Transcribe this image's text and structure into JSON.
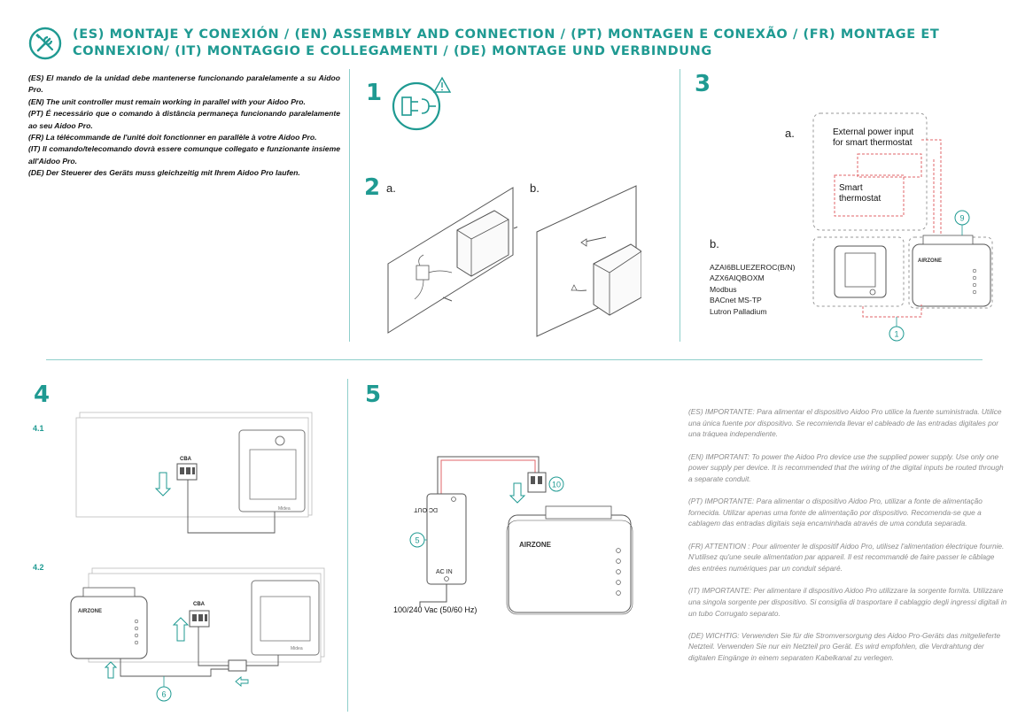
{
  "header": {
    "title": "(ES) MONTAJE Y CONEXIÓN / (EN) ASSEMBLY AND CONNECTION / (PT) MONTAGEN E CONEXÃO / (FR) MONTAGE ET CONNEXION/ (IT) MONTAGGIO E COLLEGAMENTI / (DE) MONTAGE UND VERBINDUNG",
    "icon": "tools-icon"
  },
  "intro": [
    "(ES) El mando de la unidad debe mantenerse funcionando paralelamente a su Aidoo Pro.",
    "(EN) The unit controller must remain working in parallel with your Aidoo Pro.",
    "(PT) É necessário que o comando à distância permaneça funcionando paralelamente ao seu Aidoo Pro.",
    "(FR) La télécommande de l'unité doit fonctionner en parallèle à votre Aidoo Pro.",
    "(IT) Il comando/telecomando dovrà essere comunque collegato e funzionante insieme all'Aidoo Pro.",
    "(DE) Der Steuerer des Geräts muss gleichzeitig mit Ihrem Aidoo Pro laufen."
  ],
  "steps": {
    "s1": "1",
    "s2": "2",
    "s3": "3",
    "s4": "4",
    "s5": "5",
    "s2a": "a.",
    "s2b": "b.",
    "s3a": "a.",
    "s3b": "b.",
    "s41": "4.1",
    "s42": "4.2"
  },
  "step3": {
    "ext_power_line1": "External power input",
    "ext_power_line2": "for smart thermostat",
    "smart_line1": "Smart",
    "smart_line2": "thermostat",
    "callout_9": "9",
    "callout_1": "1",
    "models": [
      "AZAI6BLUEZEROC(B/N)",
      "AZX6AIQBOXM",
      "Modbus",
      "BACnet MS-TP",
      "Lutron Palladium"
    ],
    "brand": "AIRZONE"
  },
  "step4": {
    "cba_1": "CBA",
    "cba_2": "CBA",
    "callout_6": "6",
    "thermo_brand": "Midea"
  },
  "step5": {
    "dc_out": "DC OUT",
    "ac_in": "AC IN",
    "power_label": "100/240 Vac (50/60 Hz)",
    "callout_5": "5",
    "callout_10": "10",
    "brand": "AIRZONE"
  },
  "notes": [
    "(ES) IMPORTANTE: Para alimentar el dispositivo Aidoo Pro utilice la fuente suministrada. Utilice una única fuente por dispositivo. Se recomienda llevar el cableado de las entradas digitales por una tráquea independiente.",
    "(EN) IMPORTANT: To power the Aidoo Pro device use the supplied power supply. Use only one power supply per device. It is recommended that the wiring of the digital inputs be routed through a separate conduit.",
    "(PT) IMPORTANTE: Para alimentar o dispositivo Aidoo Pro, utilizar a fonte de alimentação fornecida. Utilizar apenas uma fonte de alimentação por dispositivo. Recomenda-se que a cablagem das entradas digitais seja encaminhada através de uma conduta separada.",
    "(FR) ATTENTION : Pour alimenter le dispositif Aidoo Pro, utilisez l'alimentation électrique fournie. N'utilisez qu'une seule alimentation par appareil. Il est recommandé de faire passer le câblage des entrées numériques par un conduit séparé.",
    "(IT) IMPORTANTE: Per alimentare il dispositivo Aidoo Pro utilizzare la sorgente fornita. Utilizzare una singola sorgente per dispositivo. Si consiglia di trasportare il cablaggio degli ingressi digitali in un tubo Corrugato separato.",
    "(DE) WICHTIG: Verwenden Sie für die Stromversorgung des Aidoo Pro-Geräts das mitgelieferte Netzteil. Verwenden Sie nur ein Netzteil pro Gerät. Es wird empfohlen, die Verdrahtung der digitalen Eingänge in einem separaten Kabelkanal zu verlegen."
  ],
  "colors": {
    "accent": "#1f9a92",
    "red_wire": "#e0666a",
    "line": "#555555"
  }
}
